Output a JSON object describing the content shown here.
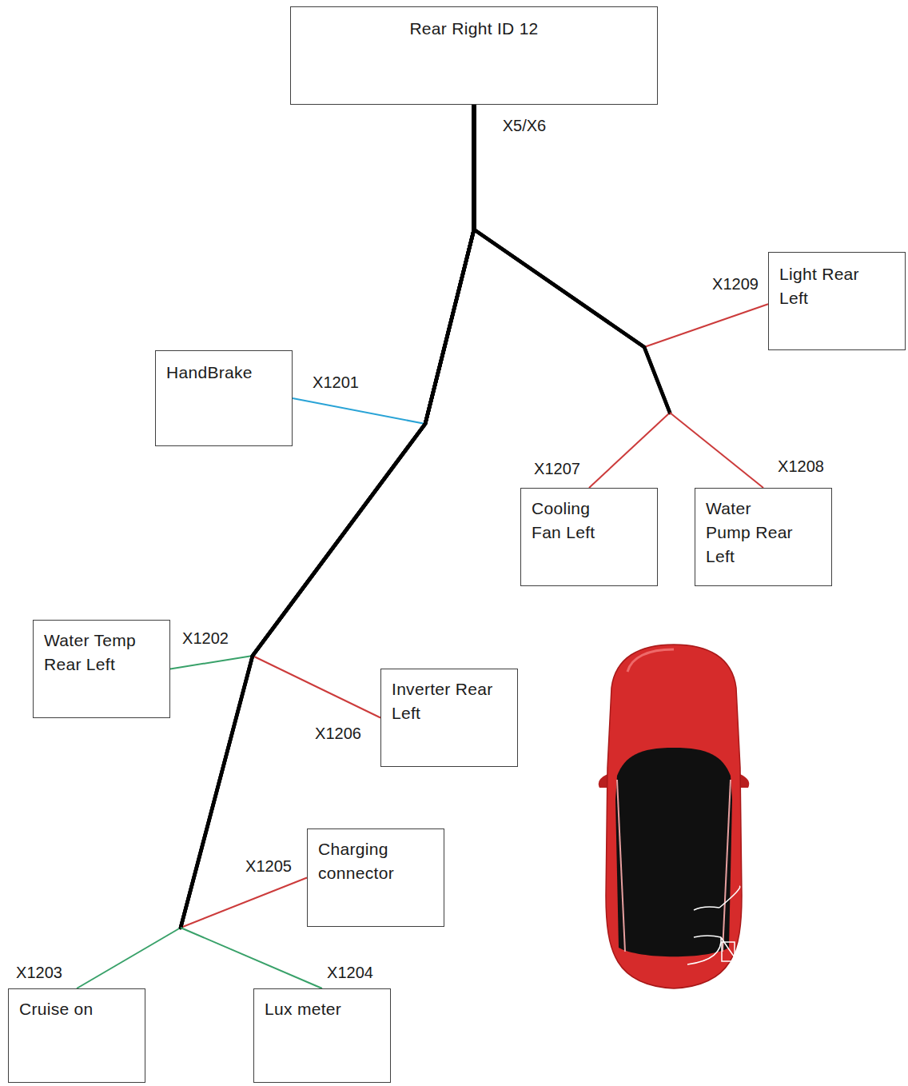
{
  "diagram": {
    "nodes": [
      {
        "text": [
          "Rear Right ID 12"
        ]
      },
      {
        "text": [
          "HandBrake"
        ]
      },
      {
        "text": [
          "Light Rear Left"
        ]
      },
      {
        "text": [
          "Cooling Fan Left"
        ]
      },
      {
        "text": [
          "Water Pump Rear Left"
        ]
      },
      {
        "text": [
          "Water Temp Rear Left"
        ]
      },
      {
        "text": [
          "Inverter Rear Left"
        ]
      },
      {
        "text": [
          "Charging connector"
        ]
      },
      {
        "text": [
          "Cruise on"
        ]
      },
      {
        "text": [
          "Lux meter"
        ]
      }
    ],
    "edges": [
      {
        "from": 0,
        "to": 1,
        "arrow": "none",
        "label": "X1201"
      },
      {
        "from": 0,
        "to": 2,
        "arrow": "none",
        "label": "X1209"
      },
      {
        "from": 0,
        "to": 3,
        "arrow": "none",
        "label": "X1207"
      },
      {
        "from": 0,
        "to": 4,
        "arrow": "none",
        "label": "X1208"
      },
      {
        "from": 0,
        "to": 5,
        "arrow": "none",
        "label": "X1202"
      },
      {
        "from": 0,
        "to": 6,
        "arrow": "none",
        "label": "X1206"
      },
      {
        "from": 0,
        "to": 7,
        "arrow": "none",
        "label": "X1205"
      },
      {
        "from": 0,
        "to": 8,
        "arrow": "none",
        "label": "X1203"
      },
      {
        "from": 0,
        "to": 9,
        "arrow": "none",
        "label": "X1204"
      }
    ],
    "labels": [
      "X5/X6"
    ]
  }
}
